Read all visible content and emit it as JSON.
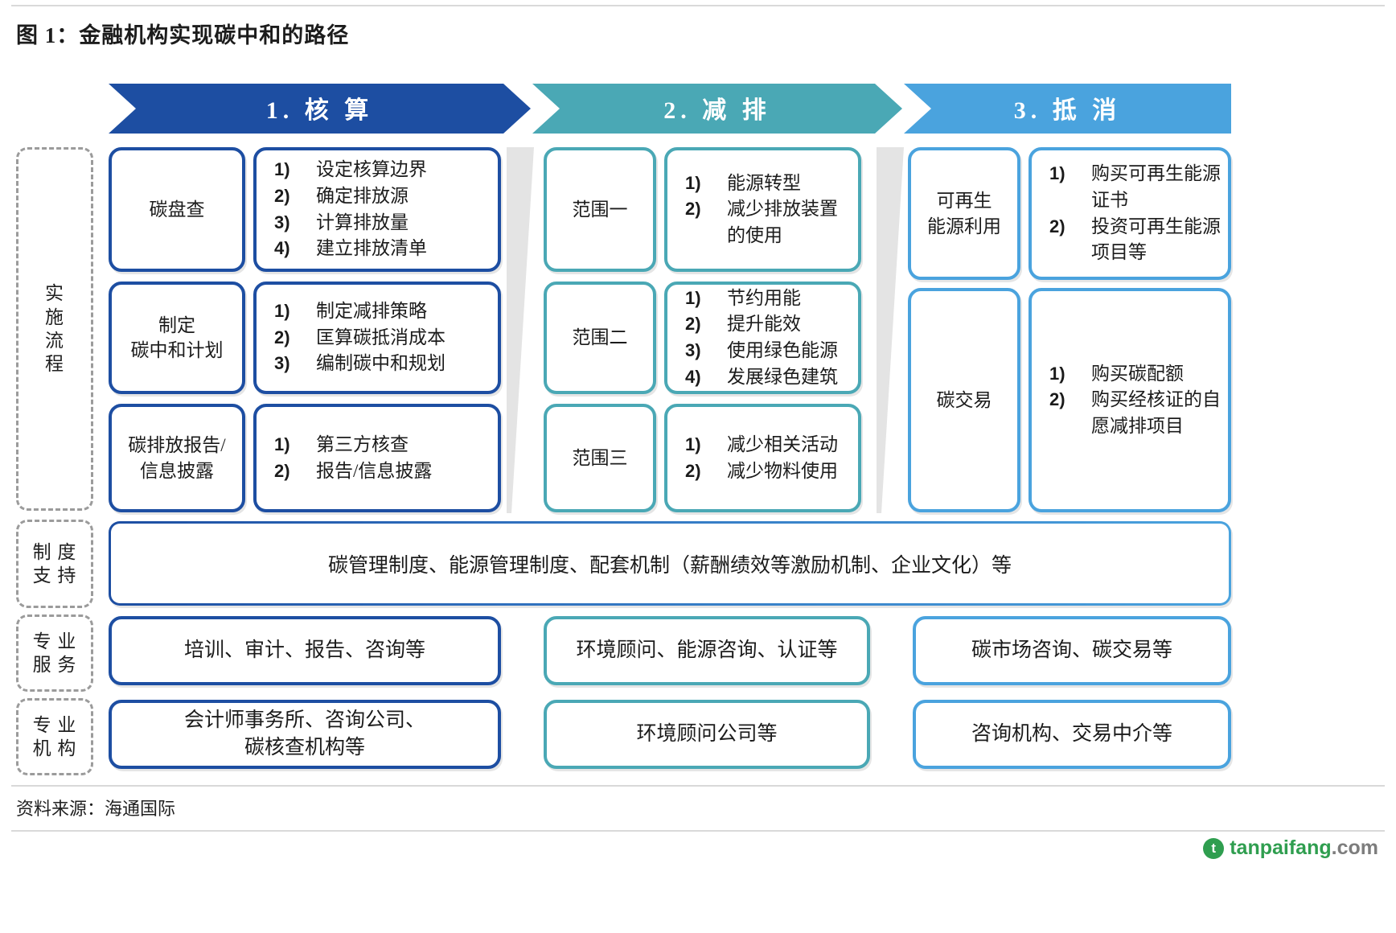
{
  "figure": {
    "title": "图 1：金融机构实现碳中和的路径",
    "source": "资料来源：海通国际"
  },
  "colors": {
    "stage1": "#1d4ea2",
    "stage2": "#4aa8b5",
    "stage3": "#4aa3de",
    "rail_dashed": "#9b9b9b",
    "separator_triangle": "#e4e4e4",
    "brand_green": "#2f9e4f"
  },
  "stages": [
    {
      "label": "1. 核 算"
    },
    {
      "label": "2. 减 排"
    },
    {
      "label": "3. 抵 消"
    }
  ],
  "rails": [
    {
      "name": "implementation-process",
      "label": "实\n施\n流\n程"
    },
    {
      "name": "institutional-support",
      "label": "制 度\n支 持"
    },
    {
      "name": "professional-services",
      "label": "专 业\n服 务"
    },
    {
      "name": "professional-institutions",
      "label": "专 业\n机 构"
    }
  ],
  "stage1": {
    "rows": [
      {
        "title": "碳盘查",
        "items": [
          {
            "num": "1)",
            "text": "设定核算边界"
          },
          {
            "num": "2)",
            "text": "确定排放源"
          },
          {
            "num": "3)",
            "text": "计算排放量"
          },
          {
            "num": "4)",
            "text": "建立排放清单"
          }
        ]
      },
      {
        "title": "制定\n碳中和计划",
        "items": [
          {
            "num": "1)",
            "text": "制定减排策略"
          },
          {
            "num": "2)",
            "text": "匡算碳抵消成本"
          },
          {
            "num": "3)",
            "text": "编制碳中和规划"
          }
        ]
      },
      {
        "title": "碳排放报告/\n信息披露",
        "items": [
          {
            "num": "1)",
            "text": "第三方核查"
          },
          {
            "num": "2)",
            "text": "报告/信息披露"
          }
        ]
      }
    ]
  },
  "stage2": {
    "rows": [
      {
        "title": "范围一",
        "items": [
          {
            "num": "1)",
            "text": "能源转型"
          },
          {
            "num": "2)",
            "text": "减少排放装置\n的使用"
          }
        ]
      },
      {
        "title": "范围二",
        "items": [
          {
            "num": "1)",
            "text": "节约用能"
          },
          {
            "num": "2)",
            "text": "提升能效"
          },
          {
            "num": "3)",
            "text": "使用绿色能源"
          },
          {
            "num": "4)",
            "text": "发展绿色建筑"
          }
        ]
      },
      {
        "title": "范围三",
        "items": [
          {
            "num": "1)",
            "text": "减少相关活动"
          },
          {
            "num": "2)",
            "text": "减少物料使用"
          }
        ]
      }
    ]
  },
  "stage3": {
    "rows": [
      {
        "title": "可再生\n能源利用",
        "items": [
          {
            "num": "1)",
            "text": "购买可再生能源\n证书"
          },
          {
            "num": "2)",
            "text": "投资可再生能源\n项目等"
          }
        ]
      },
      {
        "title": "碳交易",
        "items": [
          {
            "num": "1)",
            "text": "购买碳配额"
          },
          {
            "num": "2)",
            "text": "购买经核证的自\n愿减排项目"
          }
        ]
      }
    ]
  },
  "support": {
    "text": "碳管理制度、能源管理制度、配套机制（薪酬绩效等激励机制、企业文化）等"
  },
  "services": [
    "培训、审计、报告、咨询等",
    "环境顾问、能源咨询、认证等",
    "碳市场咨询、碳交易等"
  ],
  "institutions": [
    "会计师事务所、咨询公司、\n碳核查机构等",
    "环境顾问公司等",
    "咨询机构、交易中介等"
  ],
  "brand": {
    "mark": "t",
    "name": "tanpaifang",
    "domain": ".com"
  }
}
